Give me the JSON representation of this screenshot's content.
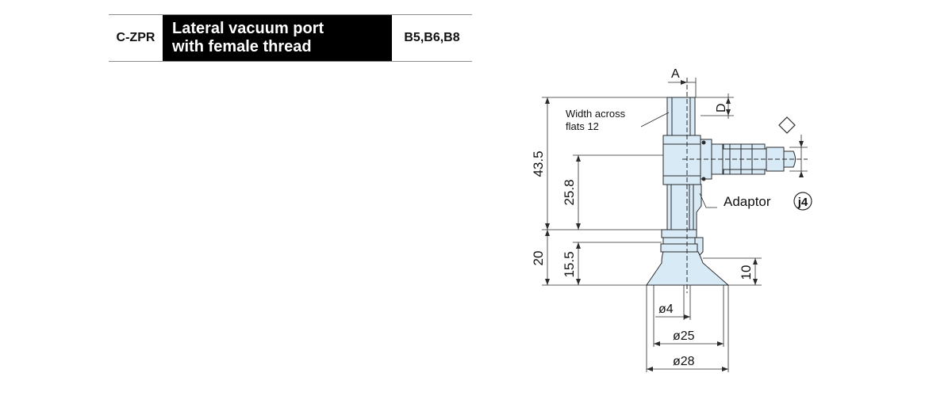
{
  "header": {
    "code": "C-ZPR",
    "title_line1": "Lateral vacuum port",
    "title_line2": "with female thread",
    "series": "B5,B6,B8"
  },
  "drawing": {
    "label_a": "A",
    "label_d": "D",
    "width_across_line1": "Width across",
    "width_across_line2": "flats 12",
    "adaptor": "Adaptor",
    "adaptor_ref": "j4",
    "dim_43_5": "43.5",
    "dim_25_8": "25.8",
    "dim_20": "20",
    "dim_15_5": "15.5",
    "dim_10": "10",
    "dia_4": "ø4",
    "dia_25": "ø25",
    "dia_28": "ø28"
  },
  "colors": {
    "part_fill": "#d8eaf6",
    "part_stroke": "#2a2a2a",
    "header_black": "#000000"
  }
}
